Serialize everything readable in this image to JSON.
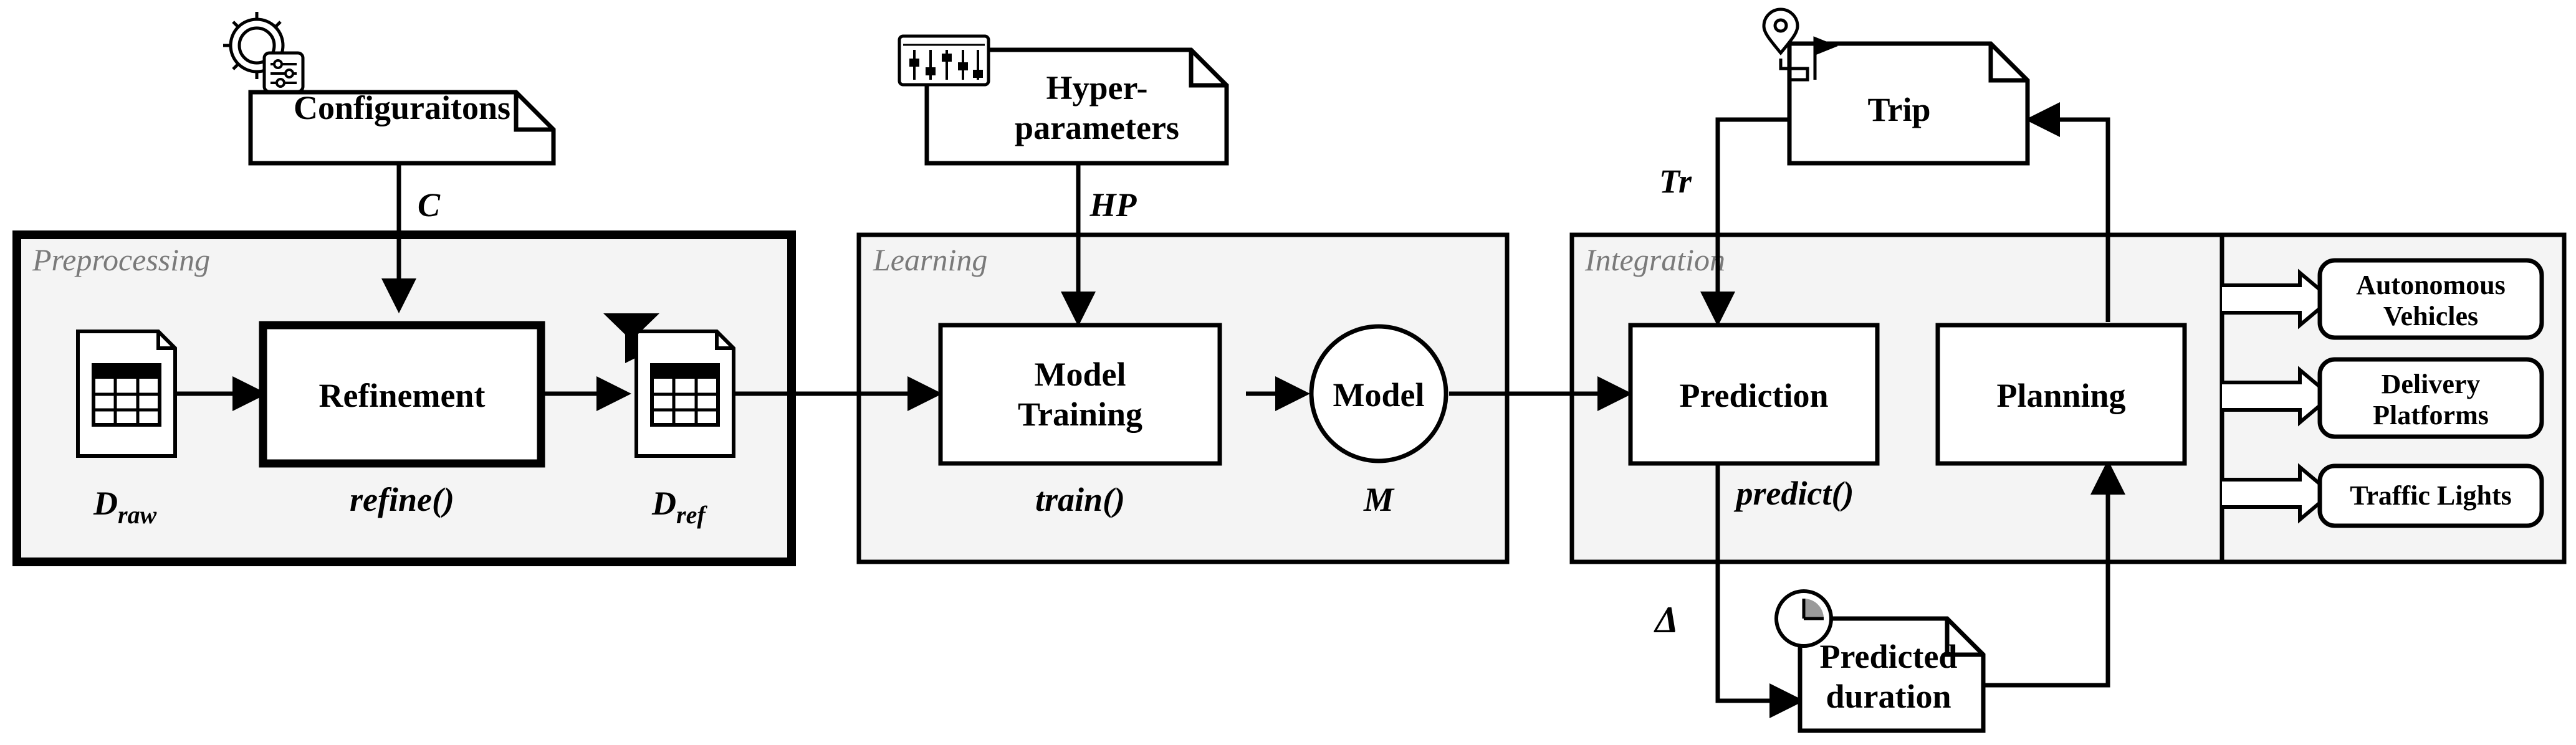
{
  "documents": {
    "configurations": "Configuraitons",
    "hyperparameters_line1": "Hyper-",
    "hyperparameters_line2": "parameters",
    "trip": "Trip",
    "predicted_line1": "Predicted",
    "predicted_line2": "duration"
  },
  "sections": {
    "preprocessing": "Preprocessing",
    "learning": "Learning",
    "integration": "Integration"
  },
  "processes": {
    "refinement": "Refinement",
    "model_training_line1": "Model",
    "model_training_line2": "Training",
    "model": "Model",
    "prediction": "Prediction",
    "planning": "Planning"
  },
  "labels": {
    "c": "C",
    "hp": "HP",
    "tr": "Tr",
    "delta": "Δ",
    "d_raw_main": "D",
    "d_raw_sub": "raw",
    "d_ref_main": "D",
    "d_ref_sub": "ref",
    "refine_fn": "refine()",
    "train_fn": "train()",
    "m": "M",
    "predict_fn": "predict()"
  },
  "consumers": {
    "autonomous_line1": "Autonomous",
    "autonomous_line2": "Vehicles",
    "delivery_line1": "Delivery",
    "delivery_line2": "Platforms",
    "traffic": "Traffic Lights"
  },
  "icons": [
    "gear-sliders-icon",
    "equalizer-icon",
    "route-pin-flag-icon",
    "clock-icon",
    "table-icon",
    "filter-funnel-icon"
  ]
}
